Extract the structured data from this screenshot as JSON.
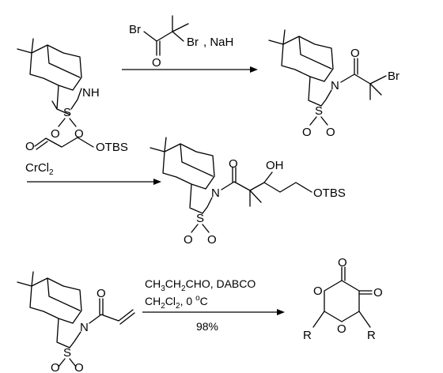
{
  "scheme": {
    "reaction1": {
      "reactant_labels": {
        "nh": "NH",
        "s": "S",
        "o1": "O",
        "o2": "O"
      },
      "reagent_labels": {
        "br1": "Br",
        "br2": "Br",
        "o": "O",
        "base": ", NaH"
      },
      "product_labels": {
        "n": "N",
        "s": "S",
        "o1": "O",
        "o2": "O",
        "o3": "O",
        "br": "Br"
      }
    },
    "reaction2": {
      "reagent_labels": {
        "o": "O",
        "otbs": "OTBS",
        "cr_main": "CrCl",
        "cr_sub": "2"
      },
      "product_labels": {
        "n": "N",
        "s": "S",
        "o1": "O",
        "o2": "O",
        "o3": "O",
        "oh": "OH",
        "otbs": "OTBS"
      }
    },
    "reaction3": {
      "reactant_labels": {
        "n": "N",
        "s": "S",
        "o1": "O",
        "o2": "O",
        "o3": "O"
      },
      "conditions": {
        "line1": {
          "c1": "CH",
          "s1": "3",
          "c2": "CH",
          "s2": "2",
          "c3": "CHO, DABCO"
        },
        "line2": {
          "c1": "CH",
          "s1": "2",
          "c2": "Cl",
          "s2": "2",
          "c3": ", 0 ",
          "deg": "o",
          "c4": "C"
        },
        "yield": "98%"
      },
      "product_labels": {
        "o_top": "O",
        "o_right": "O",
        "o_ring_top": "O",
        "o_ring_bottom": "O",
        "r_left": "R",
        "r_right": "R"
      }
    }
  }
}
